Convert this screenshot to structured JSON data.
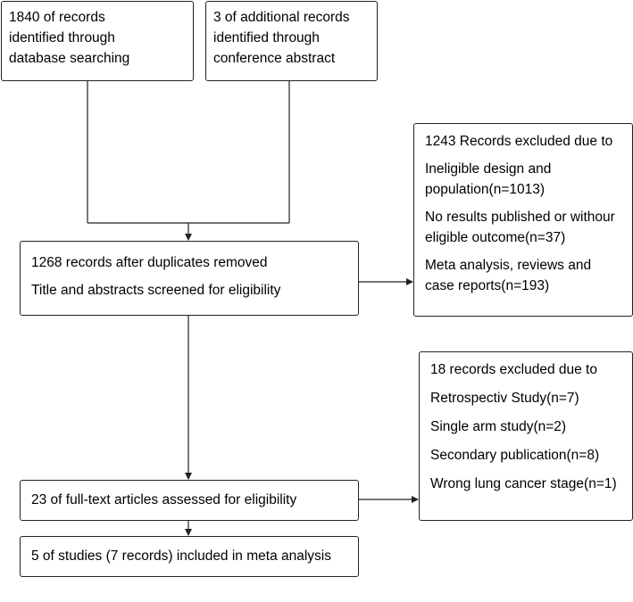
{
  "boxes": {
    "database": {
      "lines": [
        "1840 of records",
        "identified through",
        "database searching"
      ]
    },
    "conference": {
      "lines": [
        "3 of additional records",
        "identified through",
        "conference abstract"
      ]
    },
    "excluded_first": {
      "lines": [
        "1243 Records excluded due to",
        "Ineligible design and population(n=1013)",
        "No results published or withour eligible outcome(n=37)",
        "Meta analysis, reviews and case reports(n=193)"
      ]
    },
    "duplicates": {
      "lines": [
        "1268 records after duplicates removed",
        "Title and abstracts screened for eligibility"
      ]
    },
    "excluded_second": {
      "lines": [
        "18 records excluded due to",
        "Retrospectiv Study(n=7)",
        "Single arm study(n=2)",
        "Secondary publication(n=8)",
        "Wrong lung cancer stage(n=1)"
      ]
    },
    "full_text": {
      "lines": [
        "23 of full-text articles assessed for eligibility"
      ]
    },
    "included": {
      "lines": [
        "5 of studies (7 records) included in meta analysis"
      ]
    }
  },
  "colors": {
    "stroke": "#222222",
    "background": "#ffffff"
  }
}
